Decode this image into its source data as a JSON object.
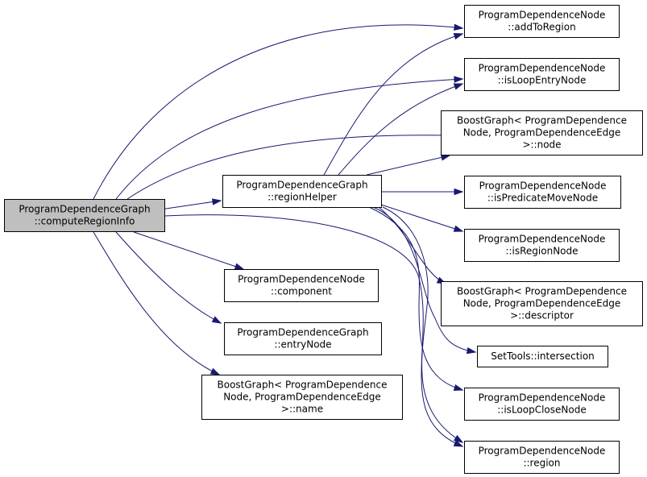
{
  "diagram": {
    "colors": {
      "node_fill": "#ffffff",
      "root_fill": "#bfbfbf",
      "border": "#000000",
      "edge": "#191970"
    },
    "nodes": [
      {
        "id": "computeRegionInfo",
        "lines": [
          "ProgramDependenceGraph",
          "::computeRegionInfo"
        ],
        "root": true
      },
      {
        "id": "regionHelper",
        "lines": [
          "ProgramDependenceGraph",
          "::regionHelper"
        ]
      },
      {
        "id": "component",
        "lines": [
          "ProgramDependenceNode",
          "::component"
        ]
      },
      {
        "id": "entryNode",
        "lines": [
          "ProgramDependenceGraph",
          "::entryNode"
        ]
      },
      {
        "id": "name",
        "lines": [
          "BoostGraph< ProgramDependence",
          "Node, ProgramDependenceEdge",
          ">::name"
        ]
      },
      {
        "id": "addToRegion",
        "lines": [
          "ProgramDependenceNode",
          "::addToRegion"
        ]
      },
      {
        "id": "isLoopEntryNode",
        "lines": [
          "ProgramDependenceNode",
          "::isLoopEntryNode"
        ]
      },
      {
        "id": "node",
        "lines": [
          "BoostGraph< ProgramDependence",
          "Node, ProgramDependenceEdge",
          ">::node"
        ]
      },
      {
        "id": "isPredicateMoveNode",
        "lines": [
          "ProgramDependenceNode",
          "::isPredicateMoveNode"
        ]
      },
      {
        "id": "isRegionNode",
        "lines": [
          "ProgramDependenceNode",
          "::isRegionNode"
        ]
      },
      {
        "id": "descriptor",
        "lines": [
          "BoostGraph< ProgramDependence",
          "Node, ProgramDependenceEdge",
          ">::descriptor"
        ]
      },
      {
        "id": "intersection",
        "lines": [
          "SetTools::intersection"
        ]
      },
      {
        "id": "isLoopCloseNode",
        "lines": [
          "ProgramDependenceNode",
          "::isLoopCloseNode"
        ]
      },
      {
        "id": "region",
        "lines": [
          "ProgramDependenceNode",
          "::region"
        ]
      }
    ],
    "edges": [
      {
        "from": "computeRegionInfo",
        "to": "addToRegion"
      },
      {
        "from": "computeRegionInfo",
        "to": "isLoopEntryNode"
      },
      {
        "from": "computeRegionInfo",
        "to": "node"
      },
      {
        "from": "computeRegionInfo",
        "to": "regionHelper"
      },
      {
        "from": "computeRegionInfo",
        "to": "component"
      },
      {
        "from": "computeRegionInfo",
        "to": "entryNode"
      },
      {
        "from": "computeRegionInfo",
        "to": "name"
      },
      {
        "from": "computeRegionInfo",
        "to": "region"
      },
      {
        "from": "regionHelper",
        "to": "addToRegion"
      },
      {
        "from": "regionHelper",
        "to": "isLoopEntryNode"
      },
      {
        "from": "regionHelper",
        "to": "node"
      },
      {
        "from": "regionHelper",
        "to": "isPredicateMoveNode"
      },
      {
        "from": "regionHelper",
        "to": "isRegionNode"
      },
      {
        "from": "regionHelper",
        "to": "descriptor"
      },
      {
        "from": "regionHelper",
        "to": "intersection"
      },
      {
        "from": "regionHelper",
        "to": "isLoopCloseNode"
      },
      {
        "from": "regionHelper",
        "to": "region"
      }
    ]
  }
}
